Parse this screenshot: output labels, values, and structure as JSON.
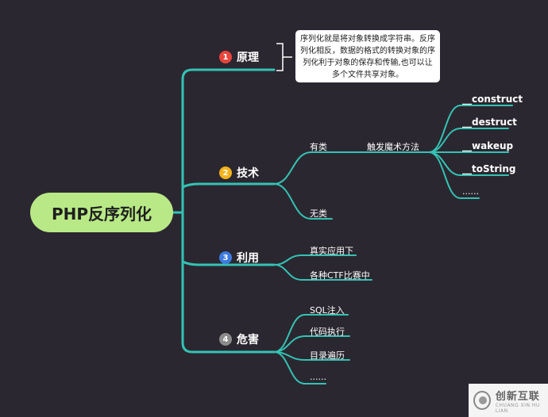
{
  "root": {
    "label": "PHP反序列化"
  },
  "colors": {
    "background": "#2b2730",
    "root_fill": "#b8e986",
    "link": "#33c3b4",
    "badge_1": "#e8453c",
    "badge_2": "#f3b31b",
    "badge_3": "#3d7be0",
    "badge_4": "#8c8c8c"
  },
  "branches": [
    {
      "number": "1",
      "label": "原理",
      "note": "序列化就是将对象转换成字符串。反序列化相反，数据的格式的转换对象的序列化利于对象的保存和传输,也可以让多个文件共享对象。"
    },
    {
      "number": "2",
      "label": "技术",
      "children": [
        {
          "label": "有类",
          "sub_label": "触发魔术方法",
          "methods": [
            "__construct",
            "__destruct",
            "__wakeup",
            "__toString",
            "......"
          ]
        },
        {
          "label": "无类"
        }
      ]
    },
    {
      "number": "3",
      "label": "利用",
      "children": [
        {
          "label": "真实应用下"
        },
        {
          "label": "各种CTF比赛中"
        }
      ]
    },
    {
      "number": "4",
      "label": "危害",
      "children": [
        {
          "label": "SQL注入"
        },
        {
          "label": "代码执行"
        },
        {
          "label": "目录遍历"
        },
        {
          "label": "......"
        }
      ]
    }
  ],
  "watermark": {
    "main": "创新互联",
    "sub": "CHUANG XIN HU LIAN"
  }
}
